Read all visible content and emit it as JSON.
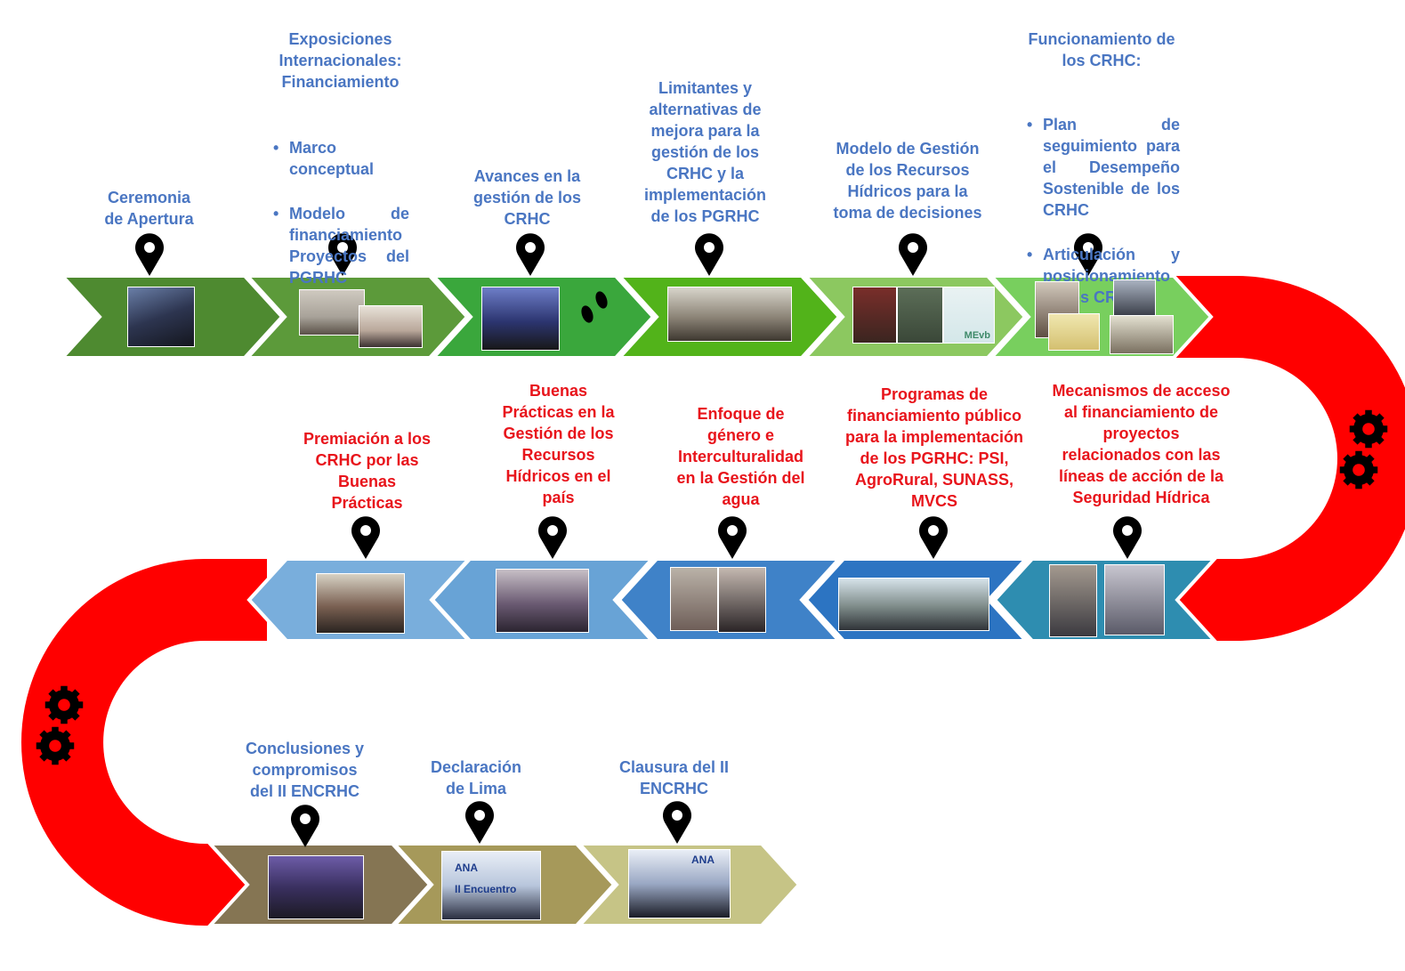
{
  "colors": {
    "road": "#ff0000",
    "row1": [
      "#4e8a30",
      "#5c9a3a",
      "#3aa73c",
      "#52b31a",
      "#8cc860",
      "#78cf5e"
    ],
    "row2": [
      "#2e8db0",
      "#2c74c2",
      "#3f82c8",
      "#68a3d6",
      "#79aedc"
    ],
    "row3": [
      "#857553",
      "#a6995a",
      "#c6c486"
    ],
    "label_blue": "#4a76c2",
    "label_red": "#e8141b"
  },
  "stages_row1": [
    {
      "label": "Ceremonia\nde Apertura"
    },
    {
      "title": "Exposiciones\nInternacionales:\nFinanciamiento",
      "bullets": [
        "Marco conceptual",
        "Modelo de financiamiento Proyectos del PGRHC"
      ]
    },
    {
      "label": "Avances en la\ngestión de los\nCRHC"
    },
    {
      "label": "Limitantes y\nalternativas de\nmejora para la\ngestión de los\nCRHC y la\nimplementación\nde los PGRHC"
    },
    {
      "label": "Modelo de Gestión\nde los Recursos\nHídricos para la\ntoma de decisiones"
    },
    {
      "title": "Funcionamiento de\nlos CRHC:",
      "bullets": [
        "Plan de seguimiento para el Desempeño Sostenible de los CRHC",
        "Articulación y posicionamiento de los CRHC."
      ]
    }
  ],
  "stages_row2": [
    {
      "label": "Mecanismos de acceso\nal financiamiento de\nproyectos\nrelacionados con las\nlíneas de acción de la\nSeguridad Hídrica"
    },
    {
      "label": "Programas de\nfinanciamiento público\npara la implementación\nde los PGRHC: PSI,\nAgroRural, SUNASS,\nMVCS"
    },
    {
      "label": "Enfoque de\ngénero e\nInterculturalidad\nen la Gestión del\nagua"
    },
    {
      "label": "Buenas\nPrácticas en la\nGestión de los\nRecursos\nHídricos en el\npaís"
    },
    {
      "label": "Premiación a los\nCRHC por las\nBuenas\nPrácticas"
    }
  ],
  "stages_row3": [
    {
      "label": "Conclusiones y\ncompromisos\ndel II ENCRHC"
    },
    {
      "label": "Declaración\nde Lima"
    },
    {
      "label": "Clausura del II\nENCRHC"
    }
  ],
  "photo_captions": {
    "row3_2": "ANA\nII Encuentro",
    "row3_3": "ANA",
    "row1_5": "MEvb"
  },
  "icons": {
    "pin": "map-pin-icon",
    "gear": "gear-icon",
    "footprints": "footprints-icon"
  }
}
